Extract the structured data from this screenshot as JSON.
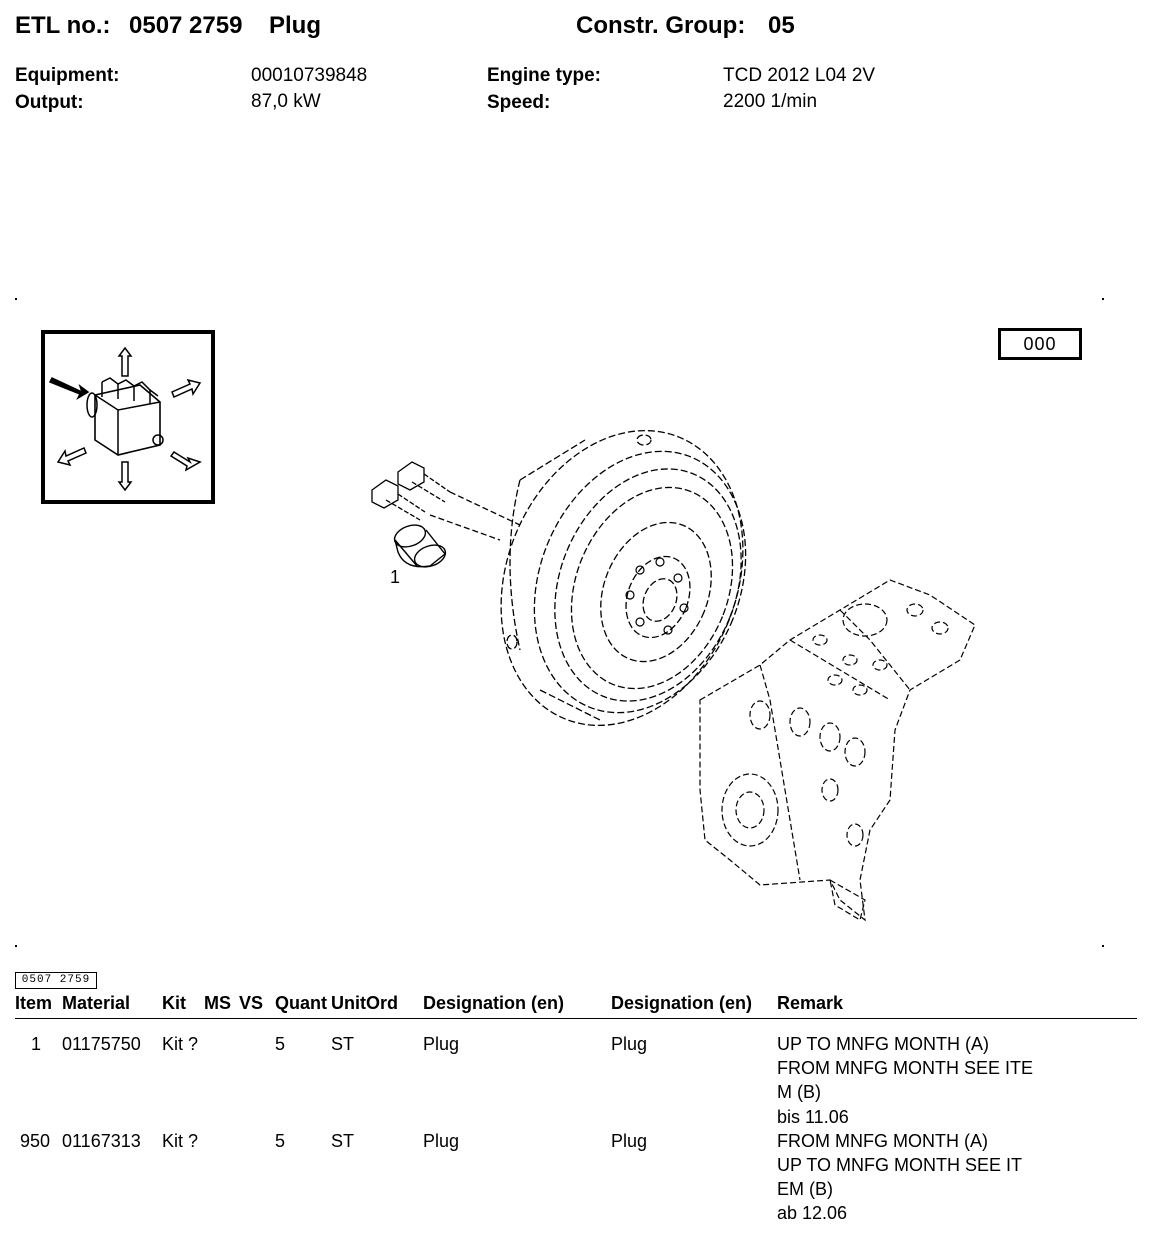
{
  "header": {
    "etl_label": "ETL no.:",
    "etl_no": "0507 2759",
    "title": "Plug",
    "group_label": "Constr. Group:",
    "group_no": "05"
  },
  "info": {
    "equipment_label": "Equipment:",
    "equipment_value": "00010739848",
    "output_label": "Output:",
    "output_value": "87,0 kW",
    "engine_type_label": "Engine type:",
    "engine_type_value": "TCD 2012 L04 2V",
    "speed_label": "Speed:",
    "speed_value": "2200 1/min"
  },
  "drawing": {
    "group_code": "000",
    "callout": "1",
    "sheet_tag": "0507 2759"
  },
  "table": {
    "columns": [
      "Item",
      "Material",
      "Kit",
      "MS",
      "VS",
      "Quant",
      "UnitOrd",
      "Designation (en)",
      "Designation (en)",
      "Remark"
    ],
    "rows": [
      {
        "item": "1",
        "material": "01175750",
        "kit": "Kit ?",
        "quant": "5",
        "unit": "ST",
        "designation1": "Plug",
        "designation2": "Plug",
        "remark": [
          "UP TO MNFG MONTH (A)",
          "FROM MNFG MONTH SEE ITE",
          "M (B)",
          "bis 11.06"
        ]
      },
      {
        "item": "950",
        "material": "01167313",
        "kit": "Kit ?",
        "quant": "5",
        "unit": "ST",
        "designation1": "Plug",
        "designation2": "Plug",
        "remark": [
          "FROM MNFG MONTH (A)",
          "UP TO MNFG MONTH SEE IT",
          "EM (B)",
          "ab 12.06"
        ]
      }
    ]
  }
}
